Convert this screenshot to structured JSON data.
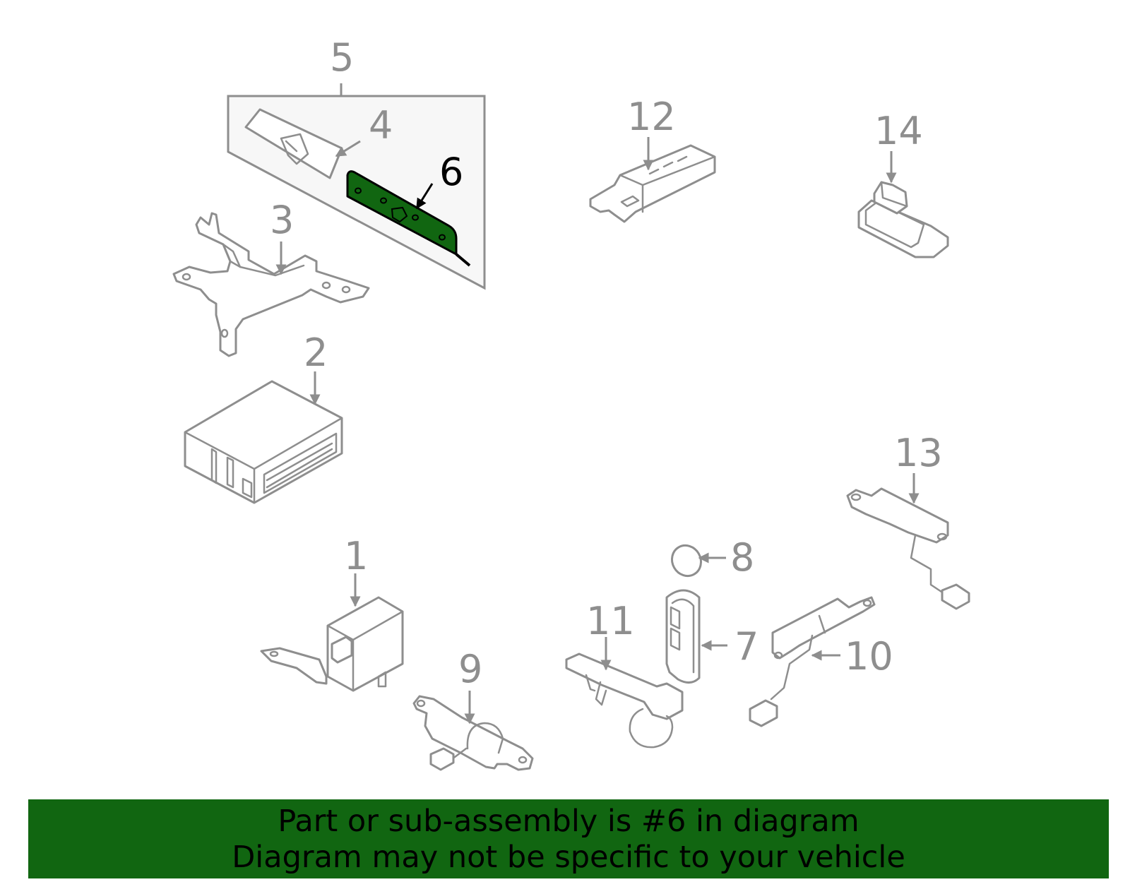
{
  "diagram": {
    "callouts": {
      "c1": "1",
      "c2": "2",
      "c3": "3",
      "c4": "4",
      "c5": "5",
      "c6": "6",
      "c7": "7",
      "c8": "8",
      "c9": "9",
      "c10": "10",
      "c11": "11",
      "c12": "12",
      "c13": "13",
      "c14": "14"
    },
    "highlighted_part": "6",
    "colors": {
      "highlight": "#116611",
      "line": "#8e8e8e",
      "inset_bg": "#f7f7f7"
    }
  },
  "banner": {
    "line1": "Part or sub-assembly is #6 in diagram",
    "line2": "Diagram may not be specific to your vehicle",
    "background": "#116611"
  }
}
